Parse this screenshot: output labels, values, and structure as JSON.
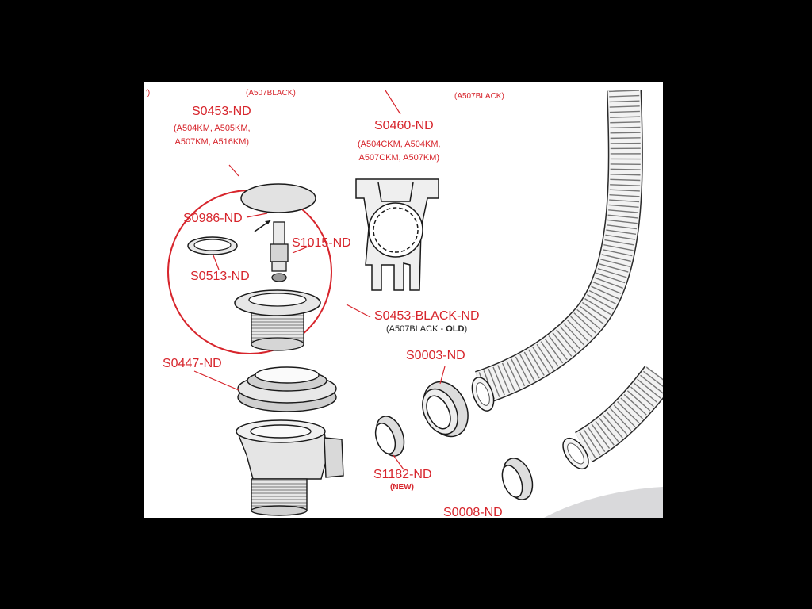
{
  "colors": {
    "callout": "#d7252c",
    "line": "#1a1a1a",
    "part_fill": "#ececec",
    "part_shade": "#c8c8c8"
  },
  "fragments": {
    "top_left_mark": "')",
    "top_sub_left": "(A507BLACK)",
    "top_sub_right": "(A507BLACK)"
  },
  "parts": {
    "s0453": {
      "code": "S0453-ND",
      "models": "(A504KM, A505KM,\nA507KM, A516KM)"
    },
    "s0460": {
      "code": "S0460-ND",
      "models": "(A504CKM, A504KM,\nA507CKM, A507KM)"
    },
    "s0986": {
      "code": "S0986-ND"
    },
    "s1015": {
      "code": "S1015-ND"
    },
    "s0513": {
      "code": "S0513-ND"
    },
    "s0453_black": {
      "code": "S0453-BLACK-ND",
      "note_prefix": "(A507BLACK - ",
      "note_bold": "OLD",
      "note_suffix": ")"
    },
    "s0447": {
      "code": "S0447-ND"
    },
    "s0003": {
      "code": "S0003-ND"
    },
    "s1182": {
      "code": "S1182-ND",
      "note": "(NEW)"
    },
    "s0008": {
      "code": "S0008-ND"
    }
  }
}
